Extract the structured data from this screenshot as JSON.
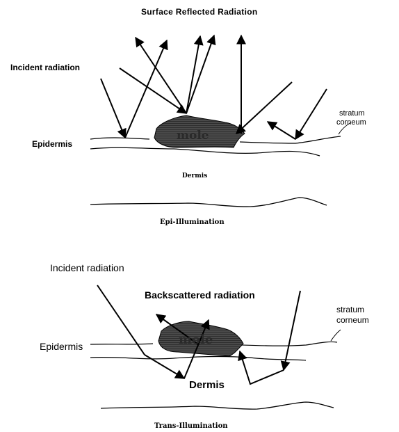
{
  "epi": {
    "surface_reflected": "Surface Reflected Radiation",
    "incident": "Incident radiation",
    "stratum_line1": "stratum",
    "stratum_line2": "corneum",
    "epidermis": "Epidermis",
    "mole": "mole",
    "dermis": "Dermis",
    "caption": "Epi-Illumination"
  },
  "trans": {
    "incident": "Incident radiation",
    "backscattered": "Backscattered radiation",
    "stratum_line1": "stratum",
    "stratum_line2": "corneum",
    "epidermis": "Epidermis",
    "mole": "mole",
    "dermis": "Dermis",
    "caption": "Trans-Illumination"
  },
  "colors": {
    "ink": "#000000",
    "mole_fill": "#3a3a3a",
    "background": "#ffffff"
  }
}
